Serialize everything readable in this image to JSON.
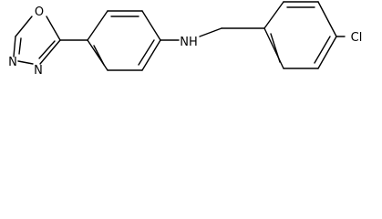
{
  "molecule": {
    "atoms": {
      "oxygen": "O",
      "nitrogen": "N",
      "amine": "NH",
      "chlorine": "Cl"
    }
  }
}
